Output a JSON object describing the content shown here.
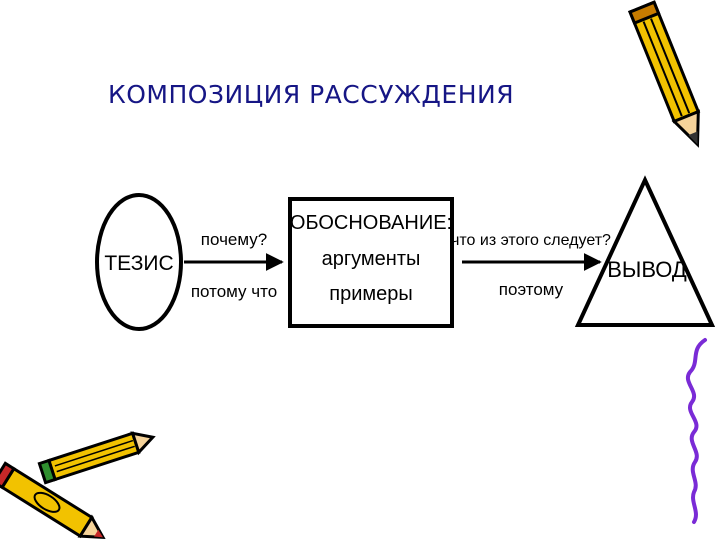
{
  "title": "КОМПОЗИЦИЯ РАССУЖДЕНИЯ",
  "thesis": {
    "label": "ТЕЗИС"
  },
  "arrow1": {
    "above": "почему?",
    "below": "потому что"
  },
  "justification": {
    "heading": "ОБОСНОВАНИЕ:",
    "line1": "аргументы",
    "line2": "примеры"
  },
  "arrow2": {
    "above": "что из этого следует?",
    "below": "поэтому"
  },
  "conclusion": {
    "label": "ВЫВОД"
  },
  "decor": {
    "icons": [
      "pencil-icon",
      "pencils-icon",
      "squiggle-line"
    ],
    "colors": {
      "title": "#161685",
      "pencil": "#f2c200",
      "squiggle": "#7a2bd6",
      "outline": "#000000"
    }
  }
}
